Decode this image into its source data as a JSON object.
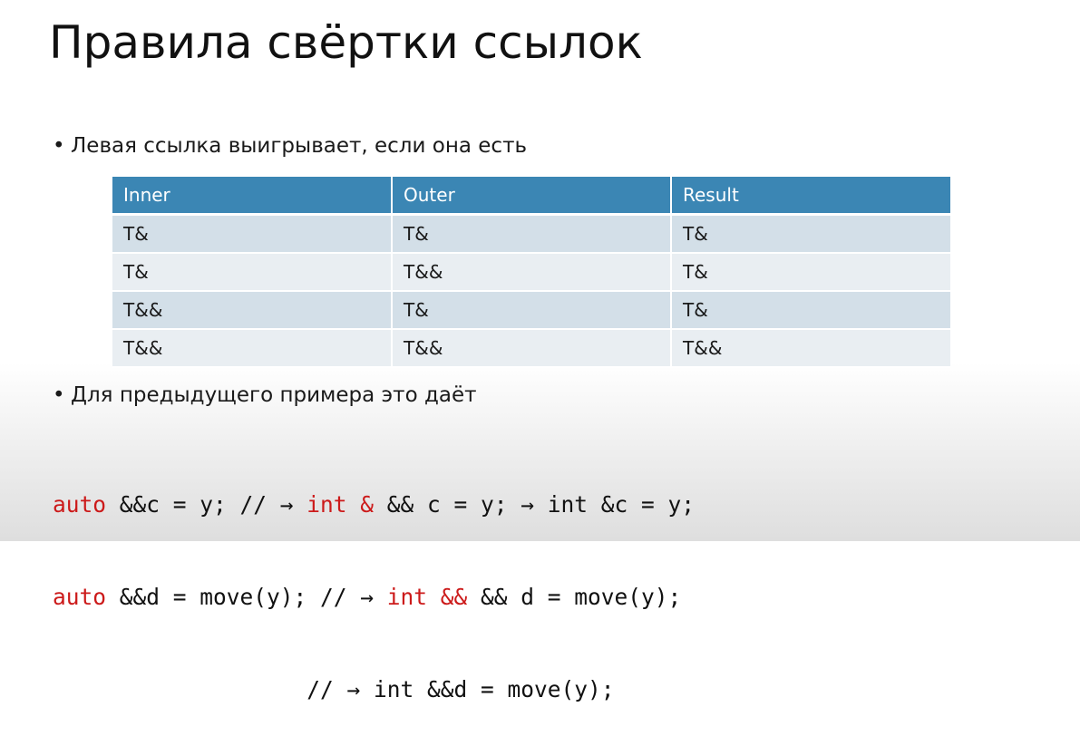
{
  "slide": {
    "title": "Правила свёртки ссылок"
  },
  "bullets": [
    "Левая ссылка выигрывает, если она есть",
    "Для предыдущего примера это даёт"
  ],
  "table": {
    "headers": [
      "Inner",
      "Outer",
      "Result"
    ],
    "rows": [
      [
        "T&",
        "T&",
        "T&"
      ],
      [
        "T&",
        "T&&",
        "T&"
      ],
      [
        "T&&",
        "T&",
        "T&"
      ],
      [
        "T&&",
        "T&&",
        "T&&"
      ]
    ]
  },
  "code": {
    "line1": {
      "a": "auto",
      "b": " &&c = y; // → ",
      "c": "int &",
      "d": " && c = y; → int &c = y;"
    },
    "line2": {
      "a": "auto",
      "b": " &&d = move(y); // → ",
      "c": "int &&",
      "d": " && d = move(y);"
    },
    "line3": {
      "a": "                   // → int &&d = move(y);"
    }
  },
  "colors": {
    "header_bg": "#3b86b4",
    "row_odd": "#d3dfe8",
    "row_even": "#e9eef2",
    "code_keyword": "#cc1a1a"
  }
}
